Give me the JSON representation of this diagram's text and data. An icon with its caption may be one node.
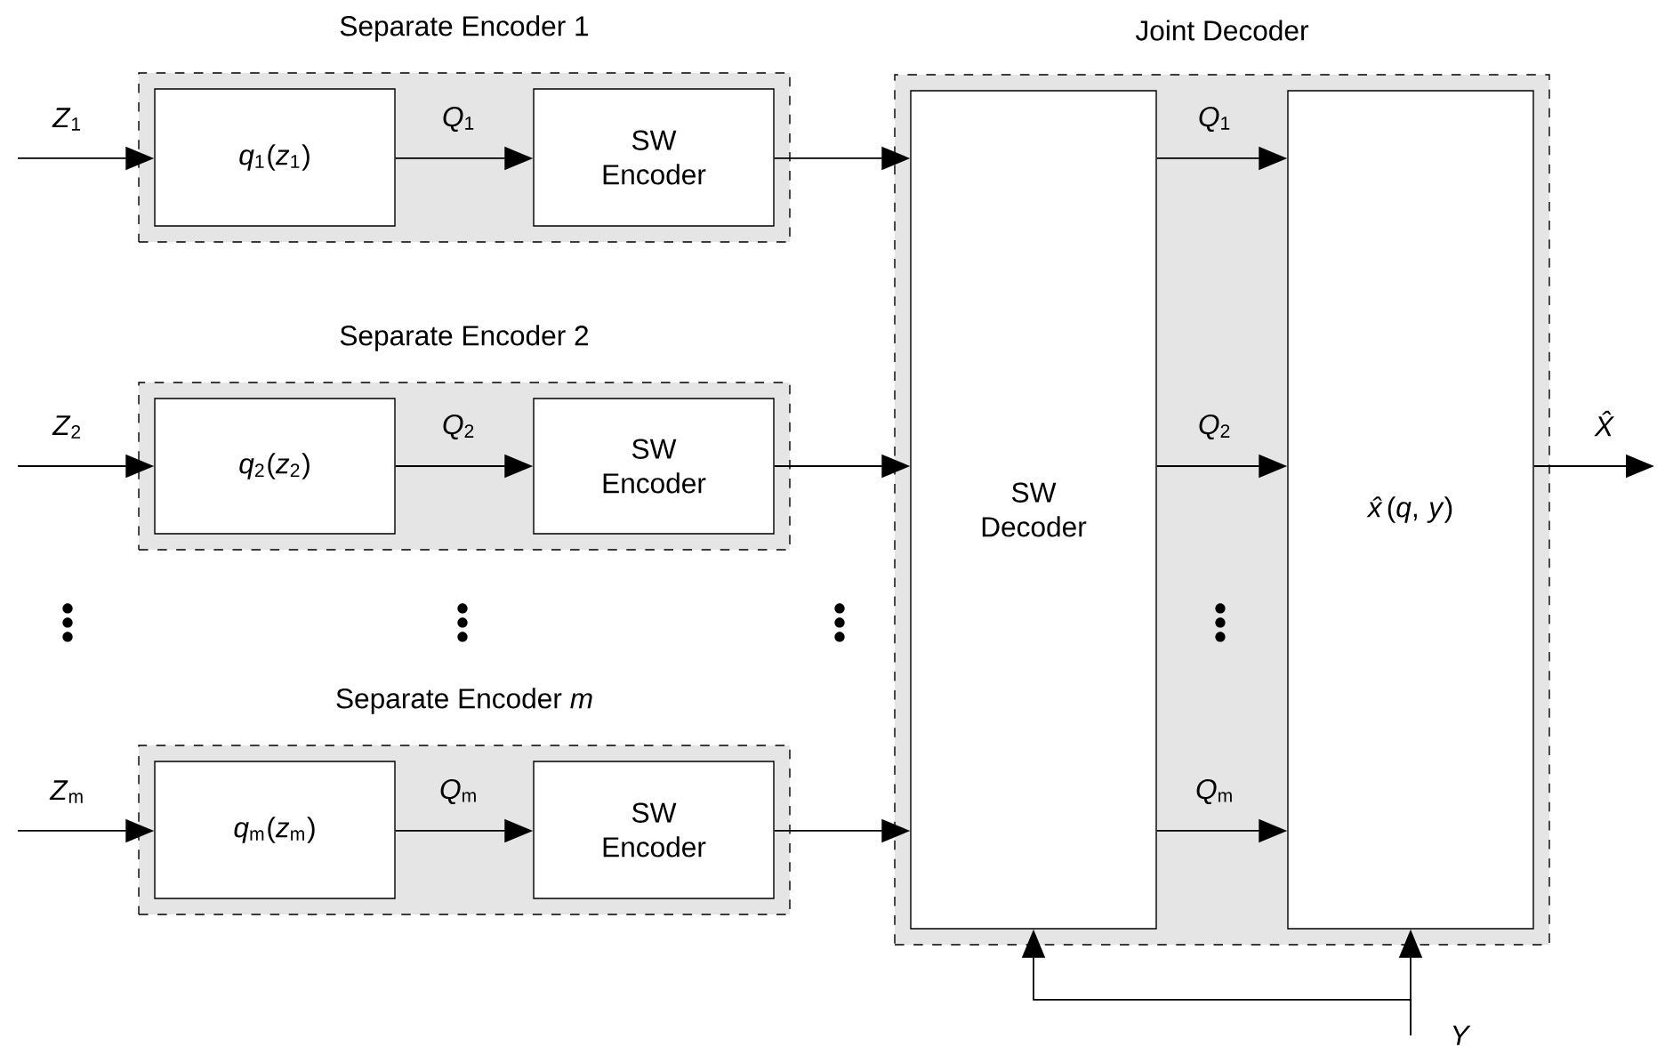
{
  "diagram": {
    "nodes": [
      {
        "text": [
          "Separate Encoder 1"
        ]
      },
      {
        "text": [
          "*q*$_{1}$(*z*$_{1}$)"
        ],
        "in": 0
      },
      {
        "text": [
          "SW Encoder"
        ],
        "in": 0
      },
      {
        "text": [
          "Separate Encoder 2"
        ]
      },
      {
        "text": [
          "*q*$_{2}$(*z*$_{2}$)"
        ],
        "in": 3
      },
      {
        "text": [
          "SW Encoder"
        ],
        "in": 3
      },
      {
        "text": [
          "Separate Encoder *m*"
        ]
      },
      {
        "text": [
          "*q*$_{m}$(*z*$_{m}$)"
        ],
        "in": 6
      },
      {
        "text": [
          "SW Encoder"
        ],
        "in": 6
      },
      {
        "text": [
          "Joint Decoder"
        ]
      },
      {
        "text": [
          "SW Decoder"
        ],
        "in": 9
      },
      {
        "text": [
          "*x̂*(*q*, *y*)"
        ],
        "in": 9
      },
      {
        "text": [
          "*Y*"
        ]
      }
    ],
    "edges": [
      {
        "from": null,
        "to": 1,
        "arrow": "to",
        "label": "*Z*$_{1}$"
      },
      {
        "from": 1,
        "to": 2,
        "arrow": "to",
        "label": "*Q*$_{1}$"
      },
      {
        "from": null,
        "to": 4,
        "arrow": "to",
        "label": "*Z*$_{2}$"
      },
      {
        "from": 4,
        "to": 5,
        "arrow": "to",
        "label": "*Q*$_{2}$"
      },
      {
        "from": null,
        "to": 7,
        "arrow": "to",
        "label": "*Z*$_{m}$"
      },
      {
        "from": 7,
        "to": 8,
        "arrow": "to",
        "label": "*Q*$_{m}$"
      },
      {
        "from": 2,
        "to": 10,
        "arrow": "to"
      },
      {
        "from": 5,
        "to": 10,
        "arrow": "to"
      },
      {
        "from": 8,
        "to": 10,
        "arrow": "to"
      },
      {
        "from": 10,
        "to": 11,
        "arrow": "to",
        "label": "*Q*$_{1}$"
      },
      {
        "from": 10,
        "to": 11,
        "arrow": "to",
        "label": "*Q*$_{2}$"
      },
      {
        "from": 10,
        "to": 11,
        "arrow": "to",
        "label": "*Q*$_{m}$"
      },
      {
        "from": 11,
        "to": null,
        "arrow": "to",
        "label": "*X̂*"
      },
      {
        "from": 12,
        "to": 10,
        "arrow": "to"
      },
      {
        "from": 12,
        "to": 11,
        "arrow": "to"
      }
    ]
  }
}
